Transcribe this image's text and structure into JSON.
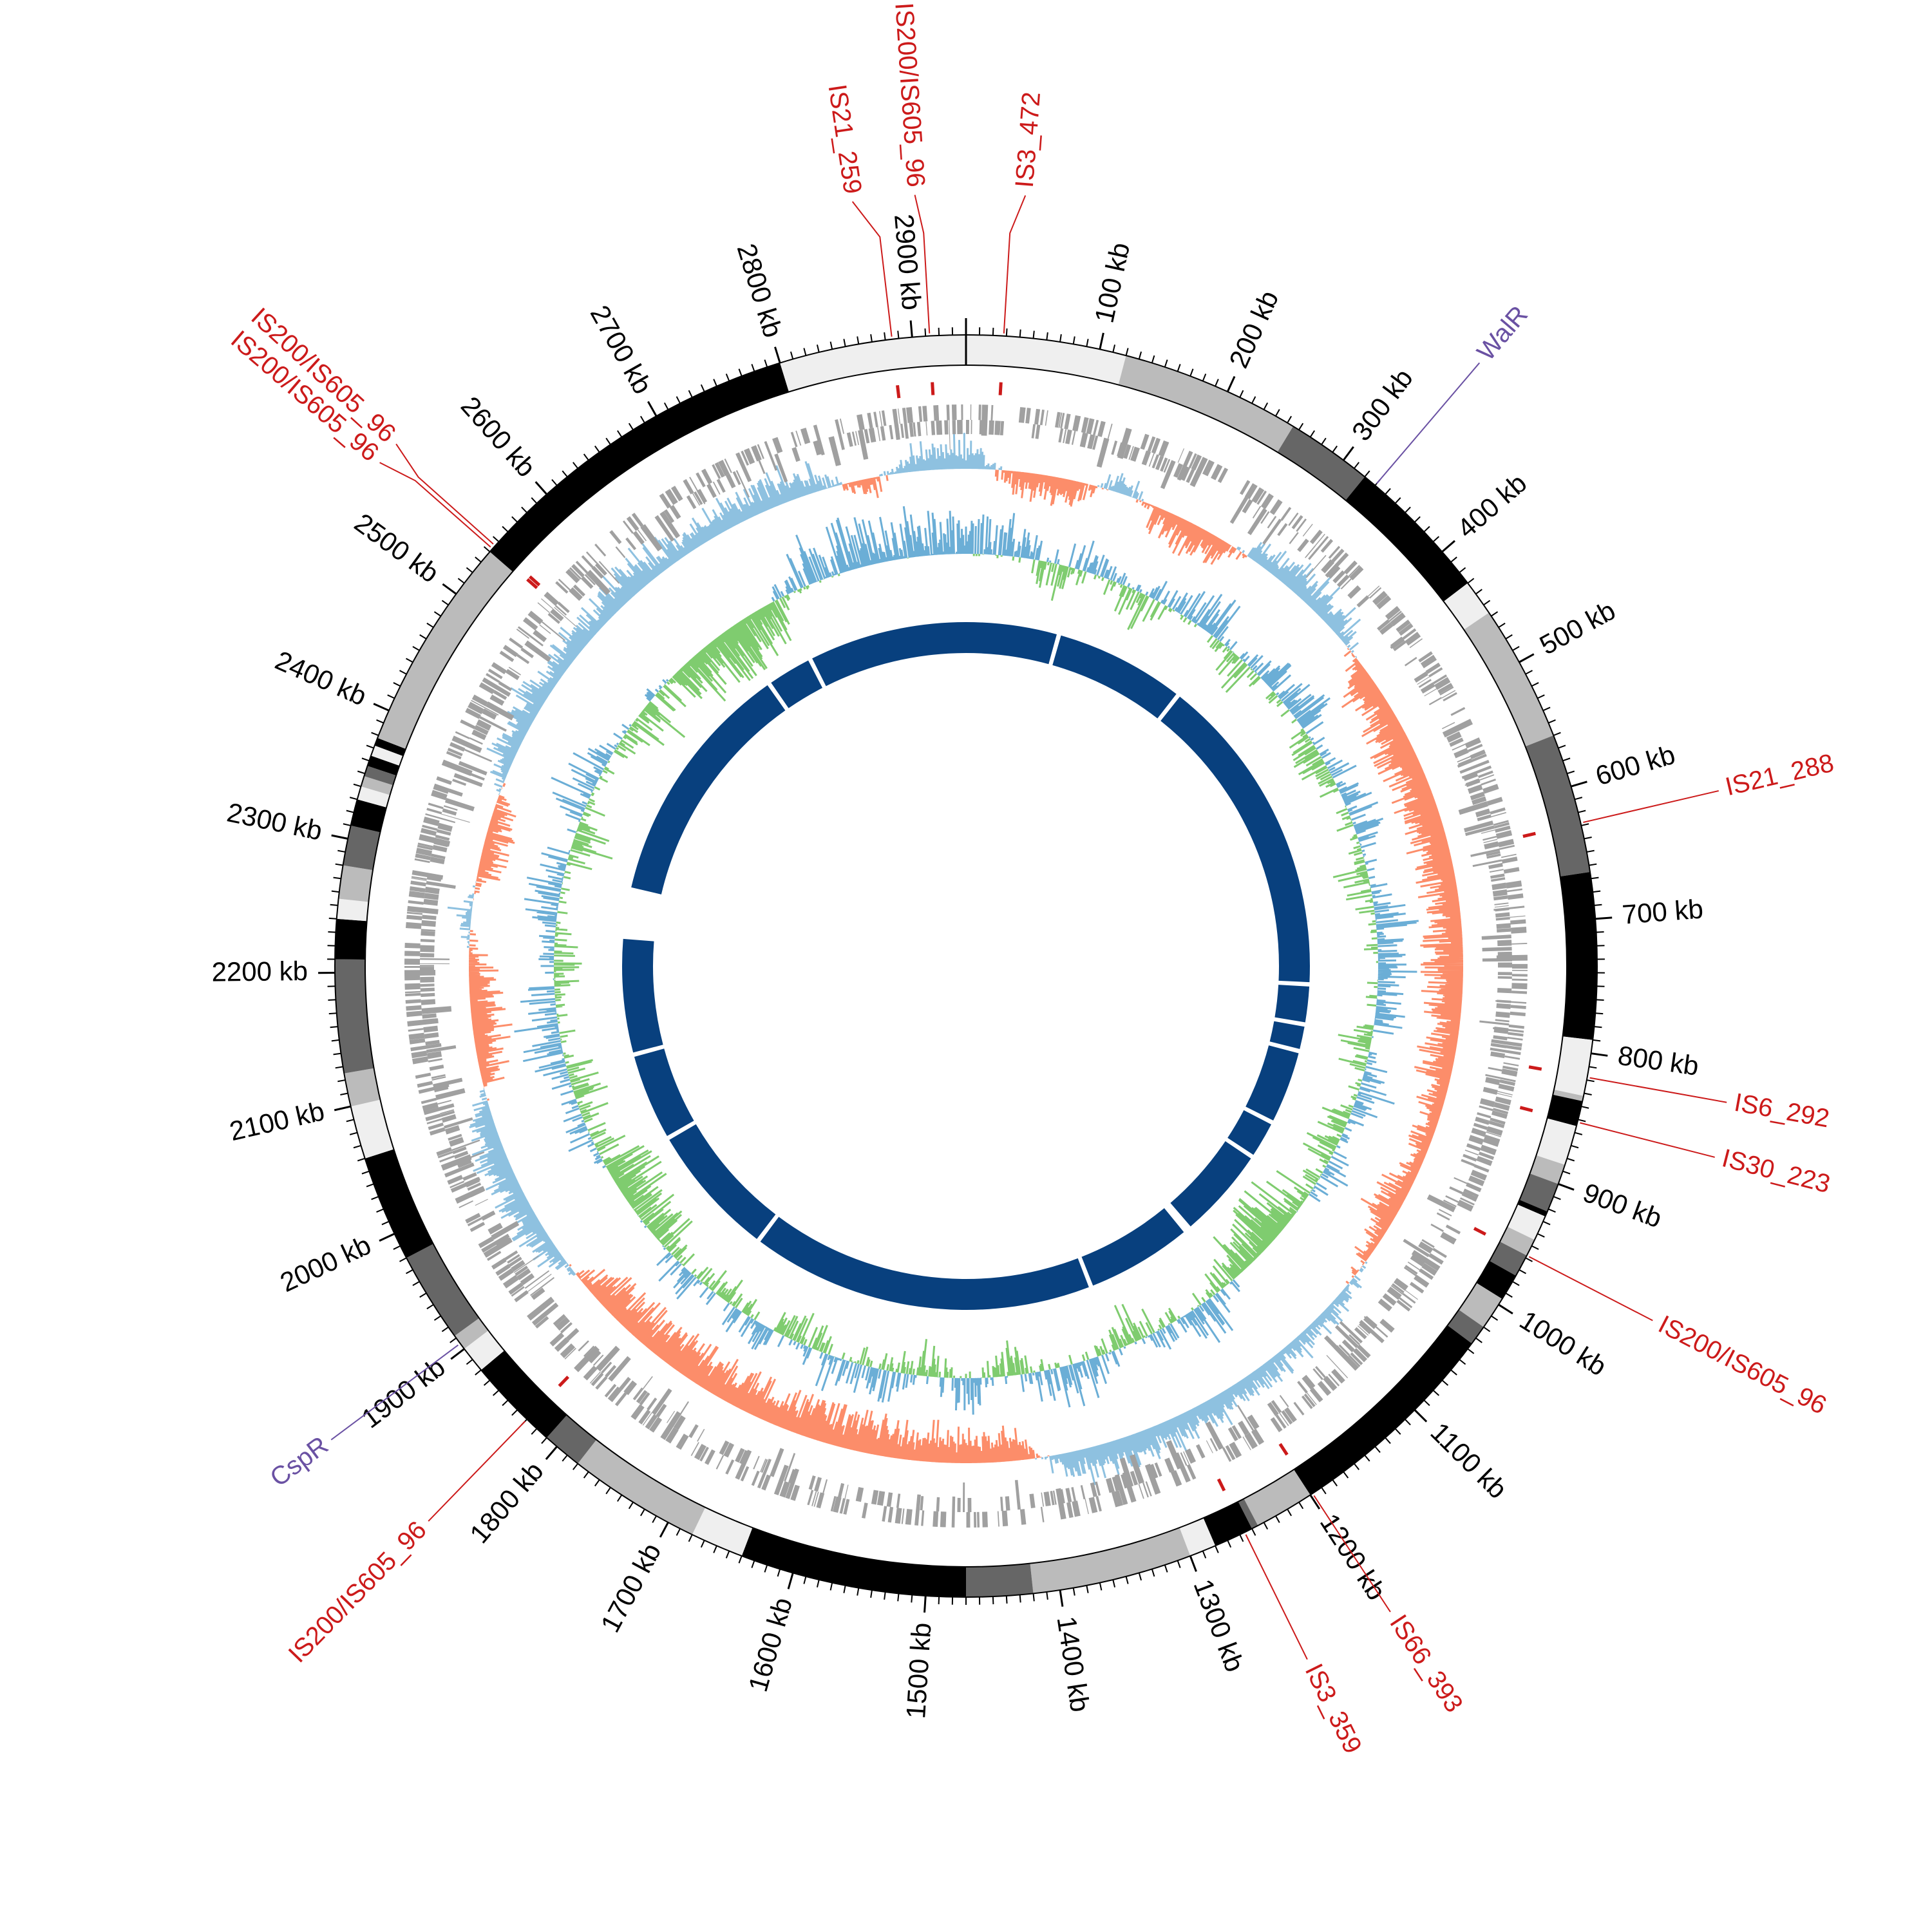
{
  "genome": {
    "length_kb": 2940
  },
  "colors": {
    "feature": "#cc1a1a",
    "regulator": "#6a51a3",
    "gene": "#a0a0a0",
    "track1_pos": "#8ec1e0",
    "track1_neg": "#fc8d6a",
    "track2_pos": "#6baed6",
    "track2_neg": "#7fcc6f",
    "inner_ring": "#08407e"
  },
  "ticks": [
    {
      "kb": 100,
      "label": "100 kb"
    },
    {
      "kb": 200,
      "label": "200 kb"
    },
    {
      "kb": 300,
      "label": "300 kb"
    },
    {
      "kb": 400,
      "label": "400 kb"
    },
    {
      "kb": 500,
      "label": "500 kb"
    },
    {
      "kb": 600,
      "label": "600 kb"
    },
    {
      "kb": 700,
      "label": "700 kb"
    },
    {
      "kb": 800,
      "label": "800 kb"
    },
    {
      "kb": 900,
      "label": "900 kb"
    },
    {
      "kb": 1000,
      "label": "1000 kb"
    },
    {
      "kb": 1100,
      "label": "1100 kb"
    },
    {
      "kb": 1200,
      "label": "1200 kb"
    },
    {
      "kb": 1300,
      "label": "1300 kb"
    },
    {
      "kb": 1400,
      "label": "1400 kb"
    },
    {
      "kb": 1500,
      "label": "1500 kb"
    },
    {
      "kb": 1600,
      "label": "1600 kb"
    },
    {
      "kb": 1700,
      "label": "1700 kb"
    },
    {
      "kb": 1800,
      "label": "1800 kb"
    },
    {
      "kb": 1900,
      "label": "1900 kb"
    },
    {
      "kb": 2000,
      "label": "2000 kb"
    },
    {
      "kb": 2100,
      "label": "2100 kb"
    },
    {
      "kb": 2200,
      "label": "2200 kb"
    },
    {
      "kb": 2300,
      "label": "2300 kb"
    },
    {
      "kb": 2400,
      "label": "2400 kb"
    },
    {
      "kb": 2500,
      "label": "2500 kb"
    },
    {
      "kb": 2600,
      "label": "2600 kb"
    },
    {
      "kb": 2700,
      "label": "2700 kb"
    },
    {
      "kb": 2800,
      "label": "2800 kb"
    },
    {
      "kb": 2900,
      "label": "2900 kb"
    }
  ],
  "bands": [
    [
      0,
      120,
      "#efefef"
    ],
    [
      120,
      255,
      "#bbbbbb"
    ],
    [
      255,
      320,
      "#666666"
    ],
    [
      320,
      430,
      "#000000"
    ],
    [
      430,
      470,
      "#efefef"
    ],
    [
      470,
      457,
      "#bbbbbb"
    ],
    [
      457,
      560,
      "#bbbbbb"
    ],
    [
      560,
      665,
      "#666666"
    ],
    [
      665,
      790,
      "#000000"
    ],
    [
      790,
      832,
      "#efefef"
    ],
    [
      832,
      836,
      "#bbbbbb"
    ],
    [
      836,
      855,
      "#000000"
    ],
    [
      855,
      885,
      "#efefef"
    ],
    [
      885,
      900,
      "#bbbbbb"
    ],
    [
      900,
      922,
      "#666666"
    ],
    [
      922,
      926,
      "#000000"
    ],
    [
      926,
      945,
      "#efefef"
    ],
    [
      945,
      958,
      "#bbbbbb"
    ],
    [
      958,
      975,
      "#666666"
    ],
    [
      975,
      995,
      "#000000"
    ],
    [
      995,
      1020,
      "#bbbbbb"
    ],
    [
      1020,
      1035,
      "#666666"
    ],
    [
      1035,
      1200,
      "#000000"
    ],
    [
      1200,
      1245,
      "#bbbbbb"
    ],
    [
      1245,
      1250,
      "#666666"
    ],
    [
      1250,
      1280,
      "#000000"
    ],
    [
      1280,
      1300,
      "#efefef"
    ],
    [
      1300,
      1420,
      "#bbbbbb"
    ],
    [
      1420,
      1470,
      "#666666"
    ],
    [
      1470,
      1640,
      "#000000"
    ],
    [
      1640,
      1680,
      "#efefef"
    ],
    [
      1680,
      1780,
      "#bbbbbb"
    ],
    [
      1780,
      1810,
      "#666666"
    ],
    [
      1810,
      1880,
      "#000000"
    ],
    [
      1880,
      1900,
      "#efefef"
    ],
    [
      1900,
      1912,
      "#bbbbbb"
    ],
    [
      1912,
      1980,
      "#666666"
    ],
    [
      1980,
      2060,
      "#000000"
    ],
    [
      2060,
      2100,
      "#efefef"
    ],
    [
      2100,
      2125,
      "#bbbbbb"
    ],
    [
      2125,
      2210,
      "#666666"
    ],
    [
      2210,
      2240,
      "#000000"
    ],
    [
      2240,
      2255,
      "#efefef"
    ],
    [
      2255,
      2280,
      "#bbbbbb"
    ],
    [
      2280,
      2310,
      "#666666"
    ],
    [
      2310,
      2330,
      "#000000"
    ],
    [
      2330,
      2340,
      "#efefef"
    ],
    [
      2340,
      2348,
      "#bbbbbb"
    ],
    [
      2348,
      2356,
      "#666666"
    ],
    [
      2356,
      2364,
      "#000000"
    ],
    [
      2364,
      2372,
      "#efefef"
    ],
    [
      2372,
      2378,
      "#000000"
    ],
    [
      2378,
      2540,
      "#bbbbbb"
    ],
    [
      2540,
      2800,
      "#000000"
    ],
    [
      2800,
      2940,
      "#efefef"
    ]
  ],
  "features": [
    {
      "label": "IS21_259",
      "kb": 2885
    },
    {
      "label": "IS200/IS605_96",
      "kb": 2913
    },
    {
      "label": "IS3_472",
      "kb": 28
    },
    {
      "label": "IS21_288",
      "kb": 628
    },
    {
      "label": "IS6_292",
      "kb": 818
    },
    {
      "label": "IS30_223",
      "kb": 852
    },
    {
      "label": "IS200/IS605_96",
      "kb": 958
    },
    {
      "label": "IS66_393",
      "kb": 1198
    },
    {
      "label": "IS3_359",
      "kb": 1256
    },
    {
      "label": "IS200/IS605_96",
      "kb": 1830
    },
    {
      "label": "IS200/IS605_96",
      "kb": 2543
    },
    {
      "label": "IS200/IS605_96",
      "kb": 2546
    }
  ],
  "regulators": [
    {
      "label": "WalR",
      "kb": 330
    },
    {
      "label": "CspR",
      "kb": 1905
    }
  ],
  "track1_bins_kb": 49,
  "track1": [
    0.6,
    -0.4,
    -0.7,
    0.5,
    -0.6,
    -0.7,
    0.5,
    0.6,
    0.5,
    -0.6,
    -0.8,
    -0.9,
    -0.9,
    -0.8,
    -0.8,
    -0.9,
    -0.7,
    -0.6,
    -0.5,
    -0.4,
    -0.7,
    -0.2,
    0.3,
    0.4,
    0.5,
    0.6,
    0.6,
    0.7,
    0.7,
    -0.7,
    -0.7,
    -0.8,
    -0.8,
    -0.9,
    -0.8,
    -0.9,
    -0.8,
    -0.9,
    -0.8,
    0.4,
    0.6,
    0.7,
    0.6,
    -0.6,
    -0.7,
    -0.5,
    0.4,
    -0.6,
    -0.4,
    0.5,
    0.6,
    0.5,
    0.6,
    0.7,
    0.6,
    0.6,
    0.7,
    0.6,
    -0.5,
    0.5
  ],
  "track2": [
    0.5,
    0.4,
    -0.3,
    0.3,
    -0.4,
    0.2,
    0.4,
    -0.3,
    0.3,
    0.2,
    -0.2,
    0.3,
    0.2,
    -0.3,
    0.3,
    0.2,
    0.3,
    -0.2,
    0.2,
    -0.3,
    0.2,
    -0.5,
    -0.7,
    -0.4,
    0.2,
    0.2,
    -0.3,
    0.2,
    0.3,
    -0.2,
    0.3,
    -0.3,
    0.2,
    0.2,
    -0.3,
    0.2,
    -0.2,
    0.3,
    -0.4,
    -0.5,
    -0.6,
    0.2,
    -0.3,
    0.2,
    0.3,
    -0.2,
    0.3,
    0.2,
    -0.3,
    0.3,
    0.2,
    -0.4,
    -0.3,
    -0.6,
    -0.8,
    -0.6,
    0.4,
    0.5,
    0.6,
    0.5
  ],
  "inner_gaps_kb": [
    128,
    311,
    760,
    815,
    852,
    956,
    1010,
    1140,
    1146,
    1296,
    1773,
    1960,
    2083,
    2245,
    2250,
    2255,
    2260,
    2265,
    2270,
    2275,
    2280,
    2285,
    2290,
    2295,
    2300,
    2305,
    2310,
    2655,
    2720
  ]
}
